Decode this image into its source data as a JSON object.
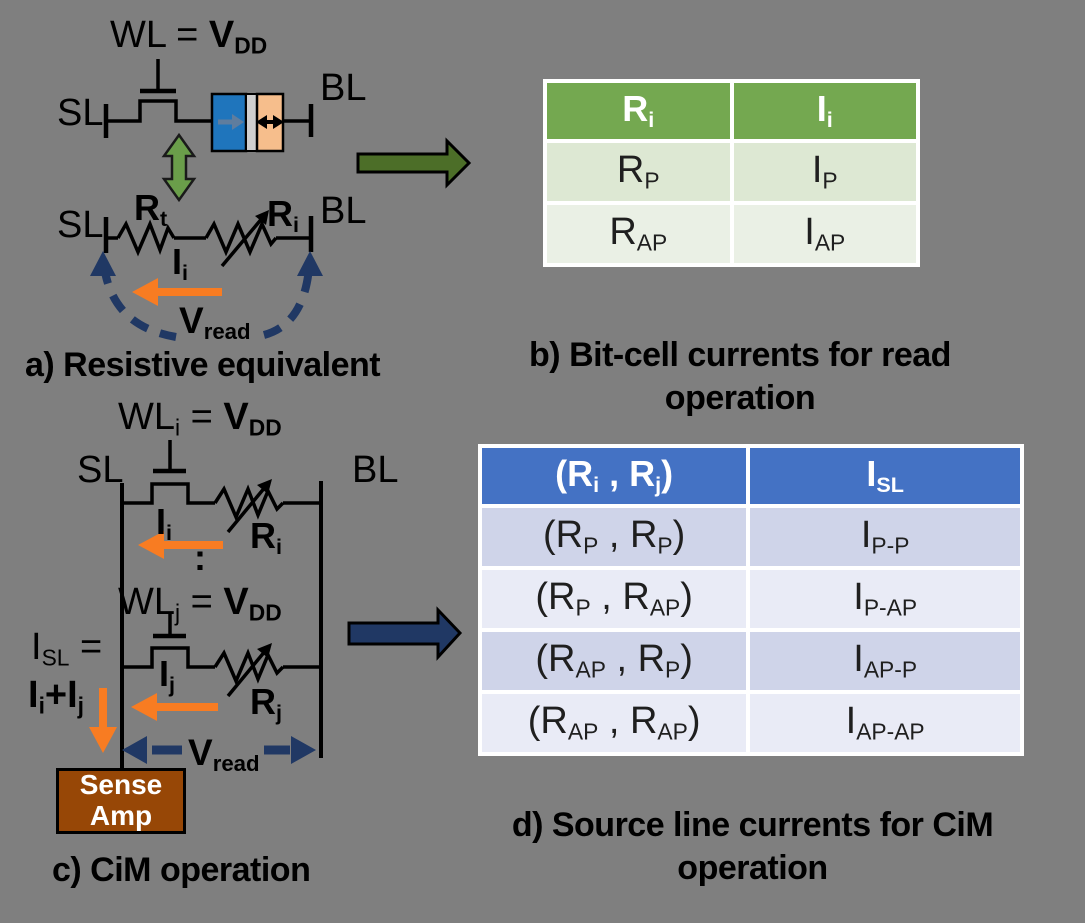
{
  "colors": {
    "background": "#7F7F7F",
    "table_b_header_green": "#74A850",
    "table_b_row_odd": "#DDE8D3",
    "table_b_row_even": "#EAF0E5",
    "table_d_header_blue": "#4472C4",
    "table_d_row_odd": "#CFD4E9",
    "table_d_row_even": "#E9EBF6",
    "navy_blue": "#203864",
    "orange": "#F87C22",
    "green_equiv_arrow": "#6A9E4A",
    "dark_green_arrow": "#4C6E28",
    "sense_amp_brown": "#974706",
    "mtj_free_layer_blue": "#1F75BC",
    "mtj_barrier_gray": "#CFCFCF",
    "mtj_pinned_layer_peach": "#F6BE8C"
  },
  "panel_a": {
    "caption": "a) Resistive equivalent",
    "labels": {
      "wl": [
        {
          "t": "WL = "
        },
        {
          "t": "V",
          "b": true
        },
        {
          "t": "DD",
          "b": true,
          "sub": true
        }
      ],
      "sl_top": [
        {
          "t": "SL"
        }
      ],
      "bl_top": [
        {
          "t": "BL"
        }
      ],
      "sl_bottom": [
        {
          "t": "SL"
        }
      ],
      "bl_bottom": [
        {
          "t": "BL"
        }
      ],
      "rt": [
        {
          "t": "R",
          "b": true
        },
        {
          "t": "t",
          "b": true,
          "sub": true
        }
      ],
      "ri": [
        {
          "t": "R",
          "b": true
        },
        {
          "t": "i",
          "b": true,
          "sub": true
        }
      ],
      "ii": [
        {
          "t": "I",
          "b": true
        },
        {
          "t": "i",
          "b": true,
          "sub": true
        }
      ],
      "vread": [
        {
          "t": "V",
          "b": true
        },
        {
          "t": "read",
          "b": true,
          "sub": true
        }
      ]
    }
  },
  "panel_b": {
    "caption_line1": "b) Bit-cell currents for read",
    "caption_line2": "operation",
    "table": {
      "header": [
        [
          {
            "t": "R"
          },
          {
            "t": "i",
            "sub": true
          }
        ],
        [
          {
            "t": "I"
          },
          {
            "t": "i",
            "sub": true
          }
        ]
      ],
      "rows": [
        [
          [
            {
              "t": "R"
            },
            {
              "t": "P",
              "sub": true
            }
          ],
          [
            {
              "t": "I"
            },
            {
              "t": "P",
              "sub": true
            }
          ]
        ],
        [
          [
            {
              "t": "R"
            },
            {
              "t": "AP",
              "sub": true
            }
          ],
          [
            {
              "t": "I"
            },
            {
              "t": "AP",
              "sub": true
            }
          ]
        ]
      ]
    }
  },
  "panel_c": {
    "caption": "c) CiM operation",
    "labels": {
      "wli": [
        {
          "t": "WL"
        },
        {
          "t": "i",
          "sub": true
        },
        {
          "t": " = "
        },
        {
          "t": "V",
          "b": true
        },
        {
          "t": "DD",
          "b": true,
          "sub": true
        }
      ],
      "sl": [
        {
          "t": "SL"
        }
      ],
      "bl": [
        {
          "t": "BL"
        }
      ],
      "ii": [
        {
          "t": "I",
          "b": true
        },
        {
          "t": "i",
          "b": true,
          "sub": true
        }
      ],
      "ri": [
        {
          "t": "R",
          "b": true
        },
        {
          "t": "i",
          "b": true,
          "sub": true
        }
      ],
      "dots": [
        {
          "t": ":",
          "b": true
        }
      ],
      "wlj": [
        {
          "t": "WL"
        },
        {
          "t": "j",
          "sub": true
        },
        {
          "t": " = "
        },
        {
          "t": "V",
          "b": true
        },
        {
          "t": "DD",
          "b": true,
          "sub": true
        }
      ],
      "isl_eq": [
        {
          "t": "I"
        },
        {
          "t": "SL",
          "sub": true
        },
        {
          "t": " ="
        }
      ],
      "isl_sum": [
        {
          "t": "I",
          "b": true
        },
        {
          "t": "i",
          "b": true,
          "sub": true
        },
        {
          "t": "+",
          "b": true
        },
        {
          "t": "I",
          "b": true
        },
        {
          "t": "j",
          "b": true,
          "sub": true
        }
      ],
      "ij": [
        {
          "t": "I",
          "b": true
        },
        {
          "t": "j",
          "b": true,
          "sub": true
        }
      ],
      "rj": [
        {
          "t": "R",
          "b": true
        },
        {
          "t": "j",
          "b": true,
          "sub": true
        }
      ],
      "vread": [
        {
          "t": "V",
          "b": true
        },
        {
          "t": "read",
          "b": true,
          "sub": true
        }
      ]
    },
    "sense_amp_line1": "Sense",
    "sense_amp_line2": "Amp"
  },
  "panel_d": {
    "caption_line1": "d) Source line currents for CiM",
    "caption_line2": "operation",
    "table": {
      "header": [
        [
          {
            "t": "(R"
          },
          {
            "t": "i",
            "sub": true
          },
          {
            "t": " , R"
          },
          {
            "t": "j",
            "sub": true
          },
          {
            "t": ")"
          }
        ],
        [
          {
            "t": "I"
          },
          {
            "t": "SL",
            "sub": true
          }
        ]
      ],
      "rows": [
        [
          [
            {
              "t": "(R"
            },
            {
              "t": "P",
              "sub": true
            },
            {
              "t": " , R"
            },
            {
              "t": "P",
              "sub": true
            },
            {
              "t": ")"
            }
          ],
          [
            {
              "t": "I"
            },
            {
              "t": "P-P",
              "sub": true
            }
          ]
        ],
        [
          [
            {
              "t": "(R"
            },
            {
              "t": "P",
              "sub": true
            },
            {
              "t": " , R"
            },
            {
              "t": "AP",
              "sub": true
            },
            {
              "t": ")"
            }
          ],
          [
            {
              "t": "I"
            },
            {
              "t": "P-AP",
              "sub": true
            }
          ]
        ],
        [
          [
            {
              "t": "(R"
            },
            {
              "t": "AP",
              "sub": true
            },
            {
              "t": " , R"
            },
            {
              "t": "P",
              "sub": true
            },
            {
              "t": ")"
            }
          ],
          [
            {
              "t": "I"
            },
            {
              "t": "AP-P",
              "sub": true
            }
          ]
        ],
        [
          [
            {
              "t": "(R"
            },
            {
              "t": "AP",
              "sub": true
            },
            {
              "t": " , R"
            },
            {
              "t": "AP",
              "sub": true
            },
            {
              "t": ")"
            }
          ],
          [
            {
              "t": "I"
            },
            {
              "t": "AP-AP",
              "sub": true
            }
          ]
        ]
      ]
    }
  }
}
